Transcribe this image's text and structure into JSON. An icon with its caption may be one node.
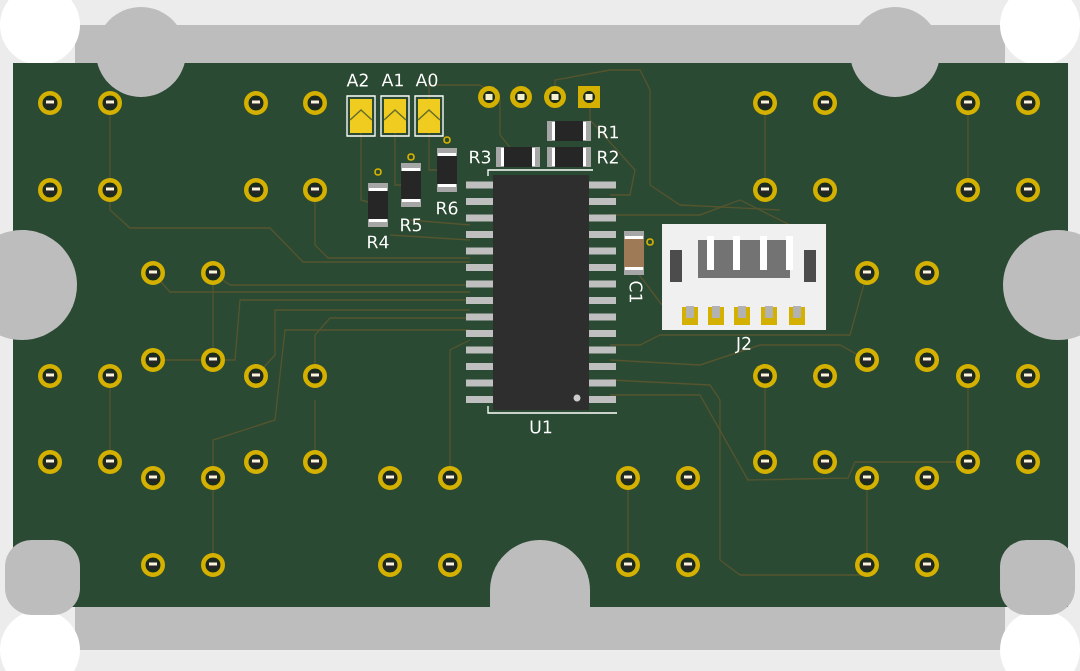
{
  "diagram": {
    "labels": [
      "A2",
      "A1",
      "A0",
      "R1",
      "R3",
      "R2",
      "R6",
      "R5",
      "R4",
      "C1",
      "J2",
      "U1"
    ]
  }
}
